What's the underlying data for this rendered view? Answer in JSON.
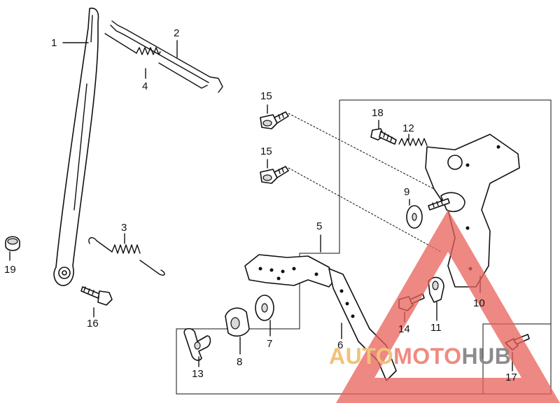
{
  "diagram": {
    "part_numbers": [
      "1",
      "2",
      "3",
      "4",
      "5",
      "6",
      "7",
      "8",
      "9",
      "10",
      "11",
      "12",
      "13",
      "14",
      "15",
      "15",
      "16",
      "17",
      "18",
      "19"
    ]
  },
  "watermark": {
    "part1": "AUTO",
    "part2": "MOTO",
    "part3": "HUB",
    "colors": {
      "auto": "#f0c27a",
      "moto": "#f08a80",
      "hub": "#8c8c8c",
      "triangle": "#e8605a"
    }
  }
}
